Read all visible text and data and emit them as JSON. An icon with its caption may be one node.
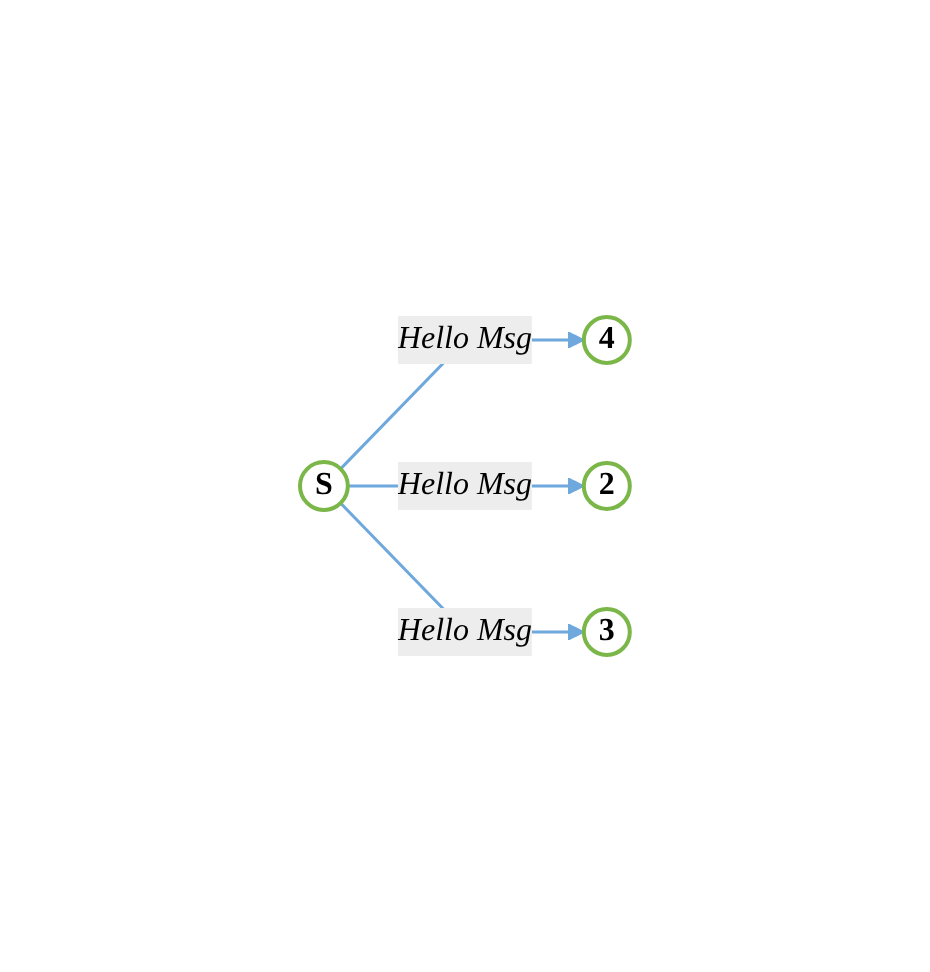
{
  "diagram": {
    "nodes": [
      {
        "text": [
          "4"
        ]
      },
      {
        "text": [
          "2"
        ]
      },
      {
        "text": [
          "S"
        ]
      },
      {
        "text": [
          "3"
        ]
      }
    ],
    "edges": [
      {
        "from": 2,
        "to": 0,
        "arrow": "to",
        "label": "Hello Msg"
      },
      {
        "from": 2,
        "to": 1,
        "arrow": "to",
        "label": "Hello Msg"
      },
      {
        "from": 2,
        "to": 3,
        "arrow": "to",
        "label": "Hello Msg"
      }
    ]
  }
}
